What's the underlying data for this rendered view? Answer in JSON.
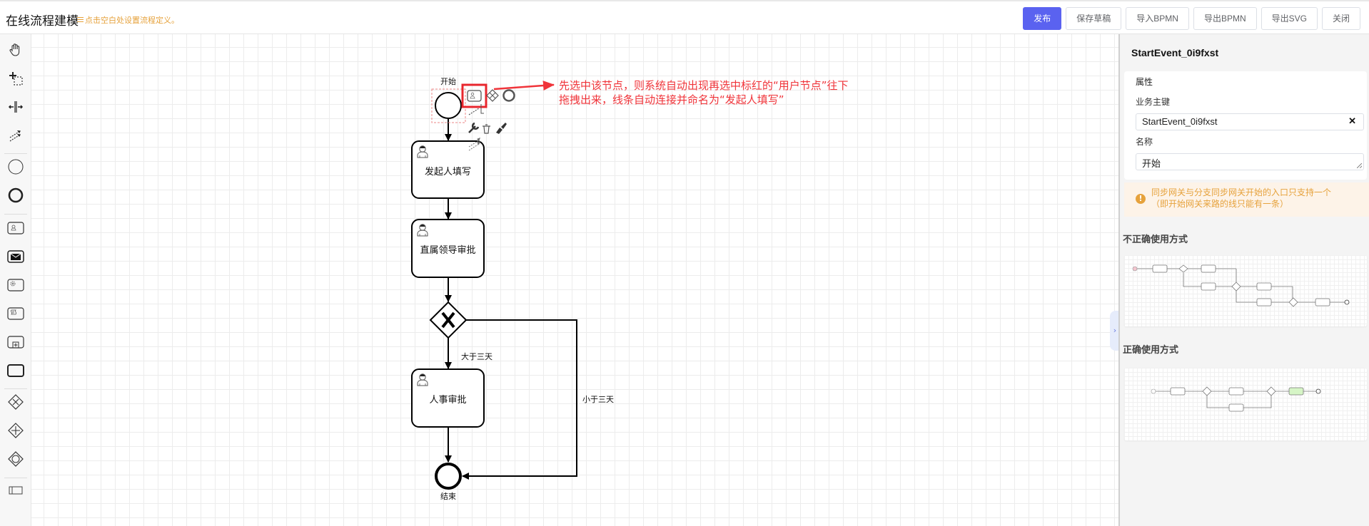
{
  "header": {
    "title": "在线流程建模",
    "hint": "点击空白处设置流程定义。",
    "buttons": [
      {
        "id": "publish",
        "label": "发布"
      },
      {
        "id": "save-draft",
        "label": "保存草稿"
      },
      {
        "id": "import-bpmn",
        "label": "导入BPMN"
      },
      {
        "id": "export-bpmn",
        "label": "导出BPMN"
      },
      {
        "id": "export-svg",
        "label": "导出SVG"
      },
      {
        "id": "close",
        "label": "关闭"
      }
    ]
  },
  "palette": {
    "items": [
      {
        "name": "hand-tool",
        "icon": "hand-icon"
      },
      {
        "name": "lasso-tool",
        "icon": "lasso-icon"
      },
      {
        "name": "space-tool",
        "icon": "space-tool-icon"
      },
      {
        "name": "global-connect-tool",
        "icon": "connect-icon"
      },
      {
        "name": "create-start-event",
        "icon": "start-event-icon"
      },
      {
        "name": "create-end-event",
        "icon": "end-event-icon"
      },
      {
        "name": "create-user-task",
        "icon": "user-task-icon"
      },
      {
        "name": "create-receive-task",
        "icon": "message-task-icon"
      },
      {
        "name": "create-service-task",
        "icon": "service-task-icon"
      },
      {
        "name": "create-script-task",
        "icon": "script-task-icon"
      },
      {
        "name": "create-subprocess",
        "icon": "subprocess-icon"
      },
      {
        "name": "create-task",
        "icon": "task-icon"
      },
      {
        "name": "create-exclusive-gateway",
        "icon": "exclusive-gateway-icon"
      },
      {
        "name": "create-parallel-gateway",
        "icon": "parallel-gateway-icon"
      },
      {
        "name": "create-inclusive-gateway",
        "icon": "inclusive-gateway-icon"
      },
      {
        "name": "create-pool",
        "icon": "pool-icon"
      }
    ]
  },
  "diagram": {
    "start_event": {
      "label": "开始"
    },
    "tasks": [
      {
        "label": "发起人填写",
        "type": "user-task"
      },
      {
        "label": "直属领导审批",
        "type": "user-task"
      },
      {
        "label": "人事审批",
        "type": "user-task"
      }
    ],
    "gateway": {
      "type": "exclusive",
      "marker": "X"
    },
    "end_event": {
      "label": "结束"
    },
    "flows": [
      {
        "label": "大于三天"
      },
      {
        "label": "小于三天"
      }
    ],
    "context_pad": [
      "user-task-icon",
      "gateway-icon",
      "end-event-icon",
      "connect-icon",
      "wrench-icon",
      "trash-icon",
      "paint-brush-icon",
      "connect-arrow-icon"
    ],
    "highlight_color": "#e8262d",
    "annotation": {
      "line1": "先选中该节点，则系统自动出现再选中标红的“用户节点”往下",
      "line2": "拖拽出来，线条自动连接并命名为“发起人填写”"
    }
  },
  "panel": {
    "element_id": "StartEvent_0i9fxst",
    "section_label": "属性",
    "business_key_label": "业务主键",
    "business_key_value": "StartEvent_0i9fxst",
    "name_label": "名称",
    "name_value": "开始",
    "warning": {
      "line1": "同步网关与分支同步网关开始的入口只支持一个",
      "line2": "（即开始网关来路的线只能有一条）"
    },
    "incorrect_title": "不正确使用方式",
    "correct_title": "正确使用方式"
  },
  "colors": {
    "primary": "#5a62f0",
    "warning": "#e6a23c",
    "annotation_red": "#f0343a"
  }
}
